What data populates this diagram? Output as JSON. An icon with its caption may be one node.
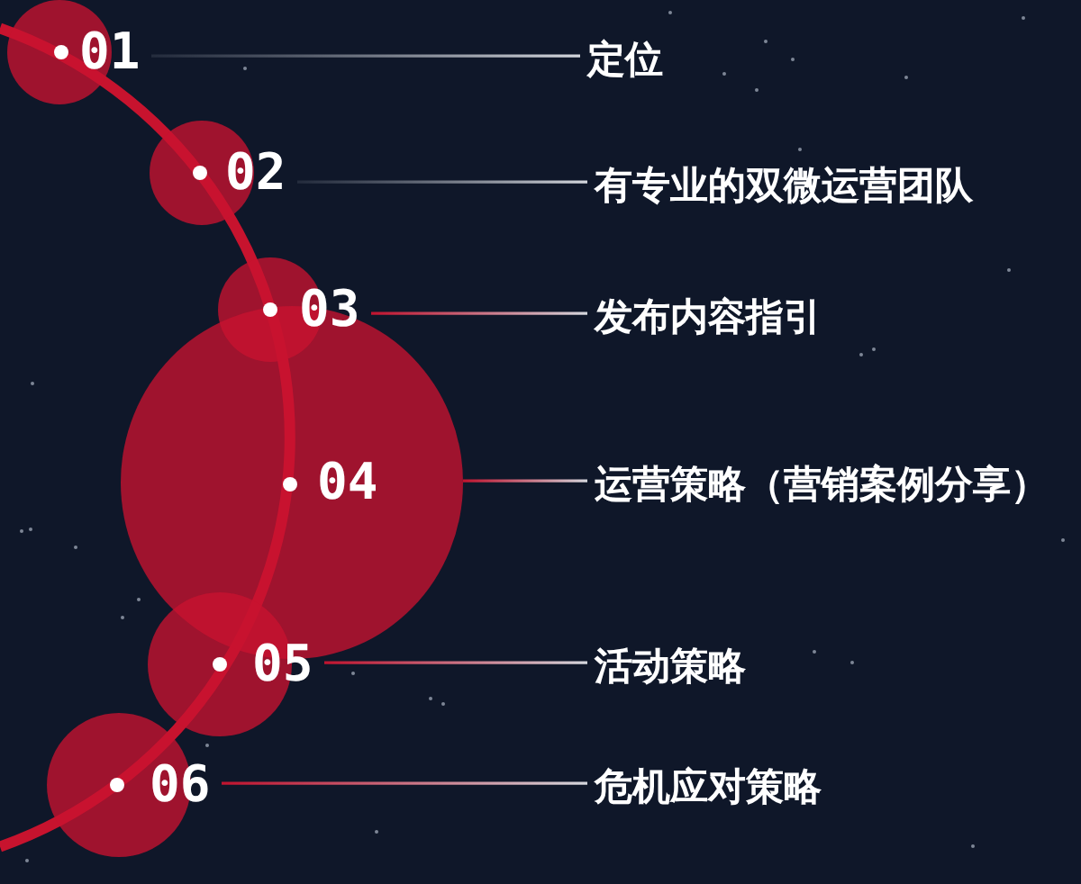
{
  "diagram": {
    "nodes": [
      {
        "text": [
          "01"
        ]
      },
      {
        "text": [
          "定位"
        ]
      },
      {
        "text": [
          "02"
        ]
      },
      {
        "text": [
          "有专业的双微运营团队"
        ]
      },
      {
        "text": [
          "03"
        ]
      },
      {
        "text": [
          "发布内容指引"
        ]
      },
      {
        "text": [
          "04"
        ]
      },
      {
        "text": [
          "运营策略（营销案例分享）"
        ]
      },
      {
        "text": [
          "05"
        ]
      },
      {
        "text": [
          "活动策略"
        ]
      },
      {
        "text": [
          "06"
        ]
      },
      {
        "text": [
          "危机应对策略"
        ]
      }
    ],
    "edges": [
      {
        "from": 0,
        "to": 1,
        "arrow": "none",
        "color": "#9aa1ad"
      },
      {
        "from": 2,
        "to": 3,
        "arrow": "none",
        "color": "#9aa1ad"
      },
      {
        "from": 4,
        "to": 5,
        "arrow": "none"
      },
      {
        "from": 6,
        "to": 7,
        "arrow": "none"
      },
      {
        "from": 8,
        "to": 9,
        "arrow": "none"
      },
      {
        "from": 10,
        "to": 11,
        "arrow": "none"
      }
    ]
  }
}
